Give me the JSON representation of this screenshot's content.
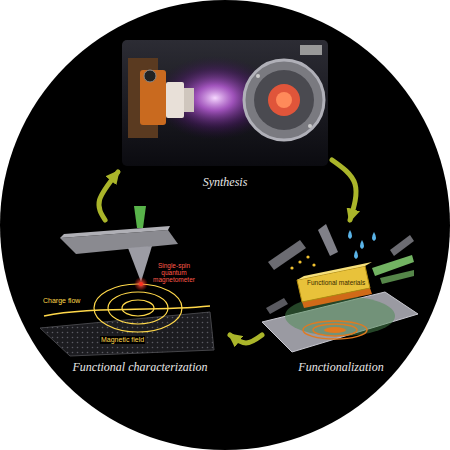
{
  "diagram": {
    "nodes": [
      {
        "text": [
          "Synthesis"
        ]
      },
      {
        "text": [
          "Functional characterization"
        ]
      },
      {
        "text": [
          "Functionalization"
        ]
      }
    ],
    "edges": [
      {
        "from": 0,
        "to": 2,
        "arrow": "to"
      },
      {
        "from": 2,
        "to": 1,
        "arrow": "to"
      },
      {
        "from": 1,
        "to": 0,
        "arrow": "to"
      }
    ],
    "labels": [
      "Single-spin quantum magnetometer",
      "Charge flow",
      "Magnetic field",
      "Functional materials"
    ]
  }
}
